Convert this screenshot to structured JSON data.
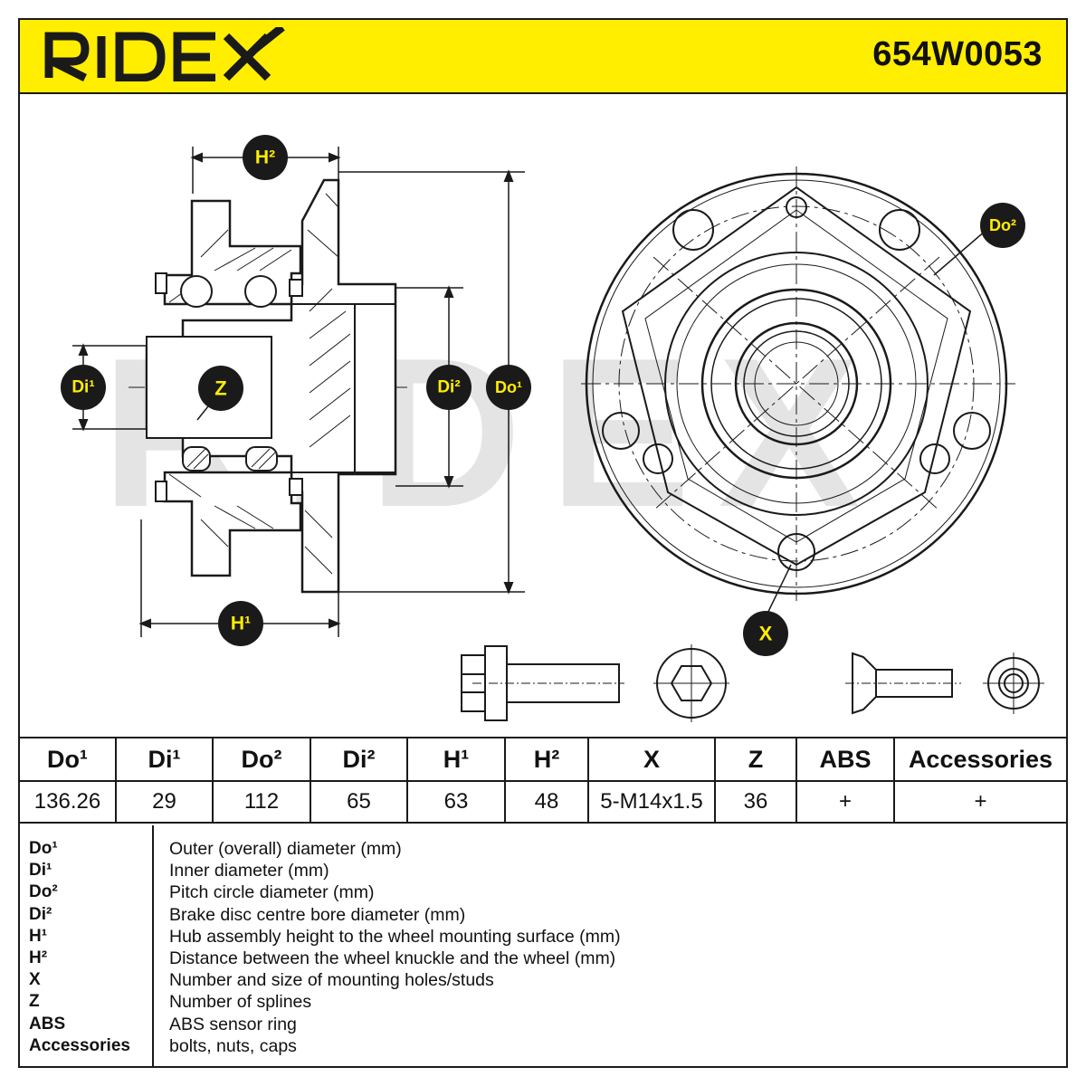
{
  "brand": {
    "name": "RIDEX",
    "part_number": "654W0053",
    "accent_color": "#ffee00",
    "line_color": "#1a1a1a"
  },
  "watermark": {
    "text": "RIDEX",
    "color": "#e4e4e4"
  },
  "diagram_labels": {
    "h2": "H²",
    "h1": "H¹",
    "di1": "Di¹",
    "z": "Z",
    "di2": "Di²",
    "do1": "Do¹",
    "do2": "Do²",
    "x": "X"
  },
  "spec_table": {
    "headers": [
      "Do¹",
      "Di¹",
      "Do²",
      "Di²",
      "H¹",
      "H²",
      "X",
      "Z",
      "ABS",
      "Accessories"
    ],
    "values": [
      "136.26",
      "29",
      "112",
      "65",
      "63",
      "48",
      "5-M14x1.5",
      "36",
      "+",
      "+"
    ]
  },
  "legend": [
    {
      "code": "Do¹",
      "description": "Outer (overall) diameter (mm)"
    },
    {
      "code": "Di¹",
      "description": "Inner diameter (mm)"
    },
    {
      "code": "Do²",
      "description": "Pitch circle diameter (mm)"
    },
    {
      "code": "Di²",
      "description": "Brake disc centre bore diameter (mm)"
    },
    {
      "code": "H¹",
      "description": "Hub assembly height to the wheel mounting surface (mm)"
    },
    {
      "code": "H²",
      "description": "Distance between the wheel knuckle and the wheel (mm)"
    },
    {
      "code": "X",
      "description": "Number and size of mounting holes/studs"
    },
    {
      "code": "Z",
      "description": "Number of splines"
    },
    {
      "code": "ABS",
      "description": "ABS sensor ring"
    },
    {
      "code": "Accessories",
      "description": "bolts, nuts, caps"
    }
  ]
}
